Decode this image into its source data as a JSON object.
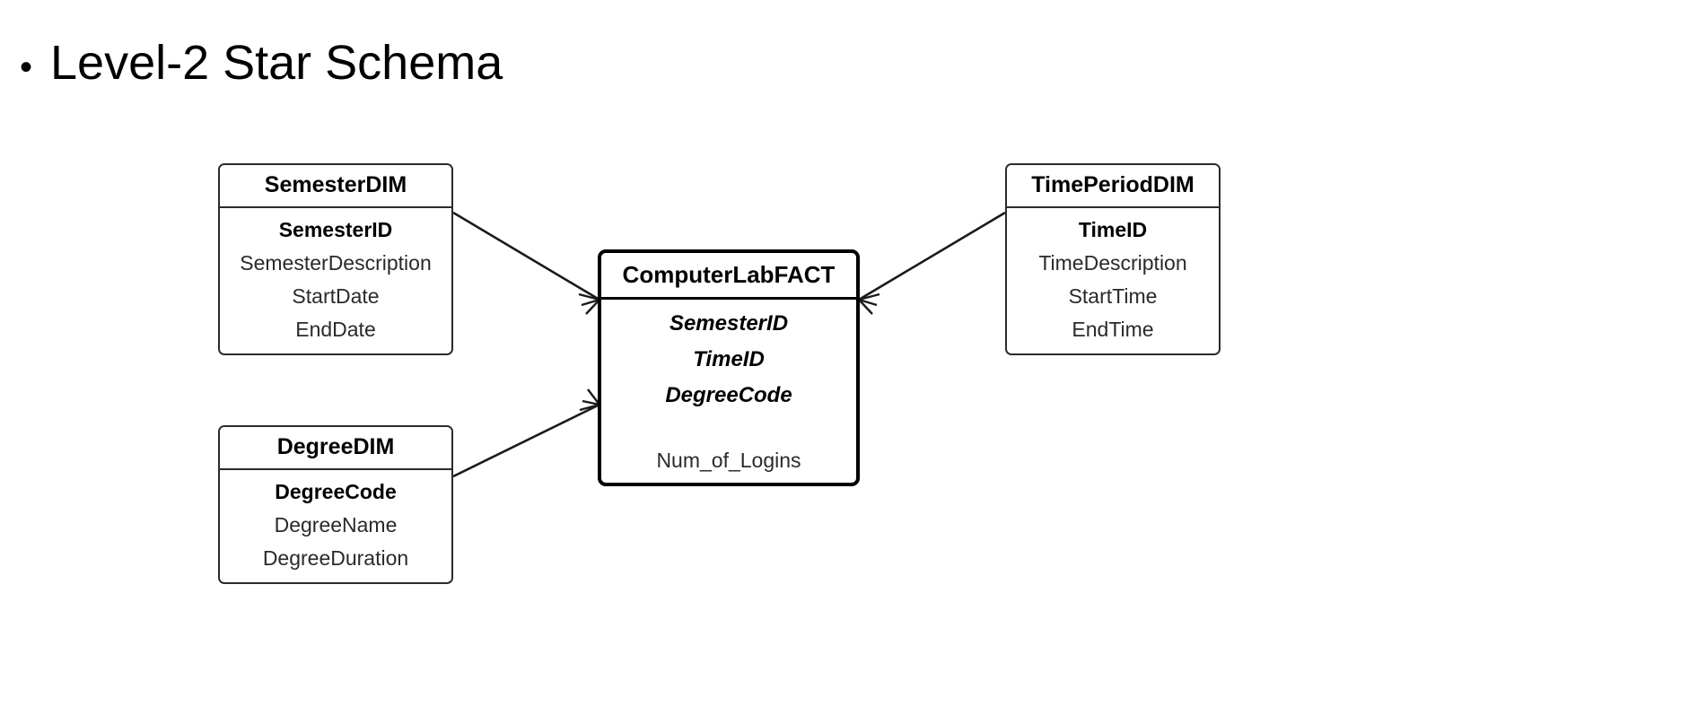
{
  "slide": {
    "bullet": "•",
    "title": "Level-2 Star Schema"
  },
  "diagram": {
    "type": "star-schema-erd",
    "notation": "crow's foot",
    "colors": {
      "background": "#ffffff",
      "box_border": "#2b2b2b",
      "fact_border": "#000000",
      "text": "#000000",
      "attribute_text": "#2a2a2a",
      "connector": "#1a1a1a"
    },
    "entities": {
      "semester": {
        "name": "SemesterDIM",
        "kind": "dimension",
        "attributes": [
          {
            "label": "SemesterID",
            "role": "primary-key"
          },
          {
            "label": "SemesterDescription",
            "role": "attribute"
          },
          {
            "label": "StartDate",
            "role": "attribute"
          },
          {
            "label": "EndDate",
            "role": "attribute"
          }
        ]
      },
      "degree": {
        "name": "DegreeDIM",
        "kind": "dimension",
        "attributes": [
          {
            "label": "DegreeCode",
            "role": "primary-key"
          },
          {
            "label": "DegreeName",
            "role": "attribute"
          },
          {
            "label": "DegreeDuration",
            "role": "attribute"
          }
        ]
      },
      "timeperiod": {
        "name": "TimePeriodDIM",
        "kind": "dimension",
        "attributes": [
          {
            "label": "TimeID",
            "role": "primary-key"
          },
          {
            "label": "TimeDescription",
            "role": "attribute"
          },
          {
            "label": "StartTime",
            "role": "attribute"
          },
          {
            "label": "EndTime",
            "role": "attribute"
          }
        ]
      },
      "fact": {
        "name": "ComputerLabFACT",
        "kind": "fact",
        "foreign_keys": [
          {
            "label": "SemesterID",
            "role": "foreign-key"
          },
          {
            "label": "TimeID",
            "role": "foreign-key"
          },
          {
            "label": "DegreeCode",
            "role": "foreign-key"
          }
        ],
        "measures": [
          {
            "label": "Num_of_Logins",
            "role": "measure"
          }
        ]
      }
    },
    "relationships": [
      {
        "from": "SemesterDIM",
        "to": "ComputerLabFACT",
        "from_cardinality": "one",
        "to_cardinality": "many"
      },
      {
        "from": "TimePeriodDIM",
        "to": "ComputerLabFACT",
        "from_cardinality": "one",
        "to_cardinality": "many"
      },
      {
        "from": "DegreeDIM",
        "to": "ComputerLabFACT",
        "from_cardinality": "one",
        "to_cardinality": "many"
      }
    ]
  }
}
